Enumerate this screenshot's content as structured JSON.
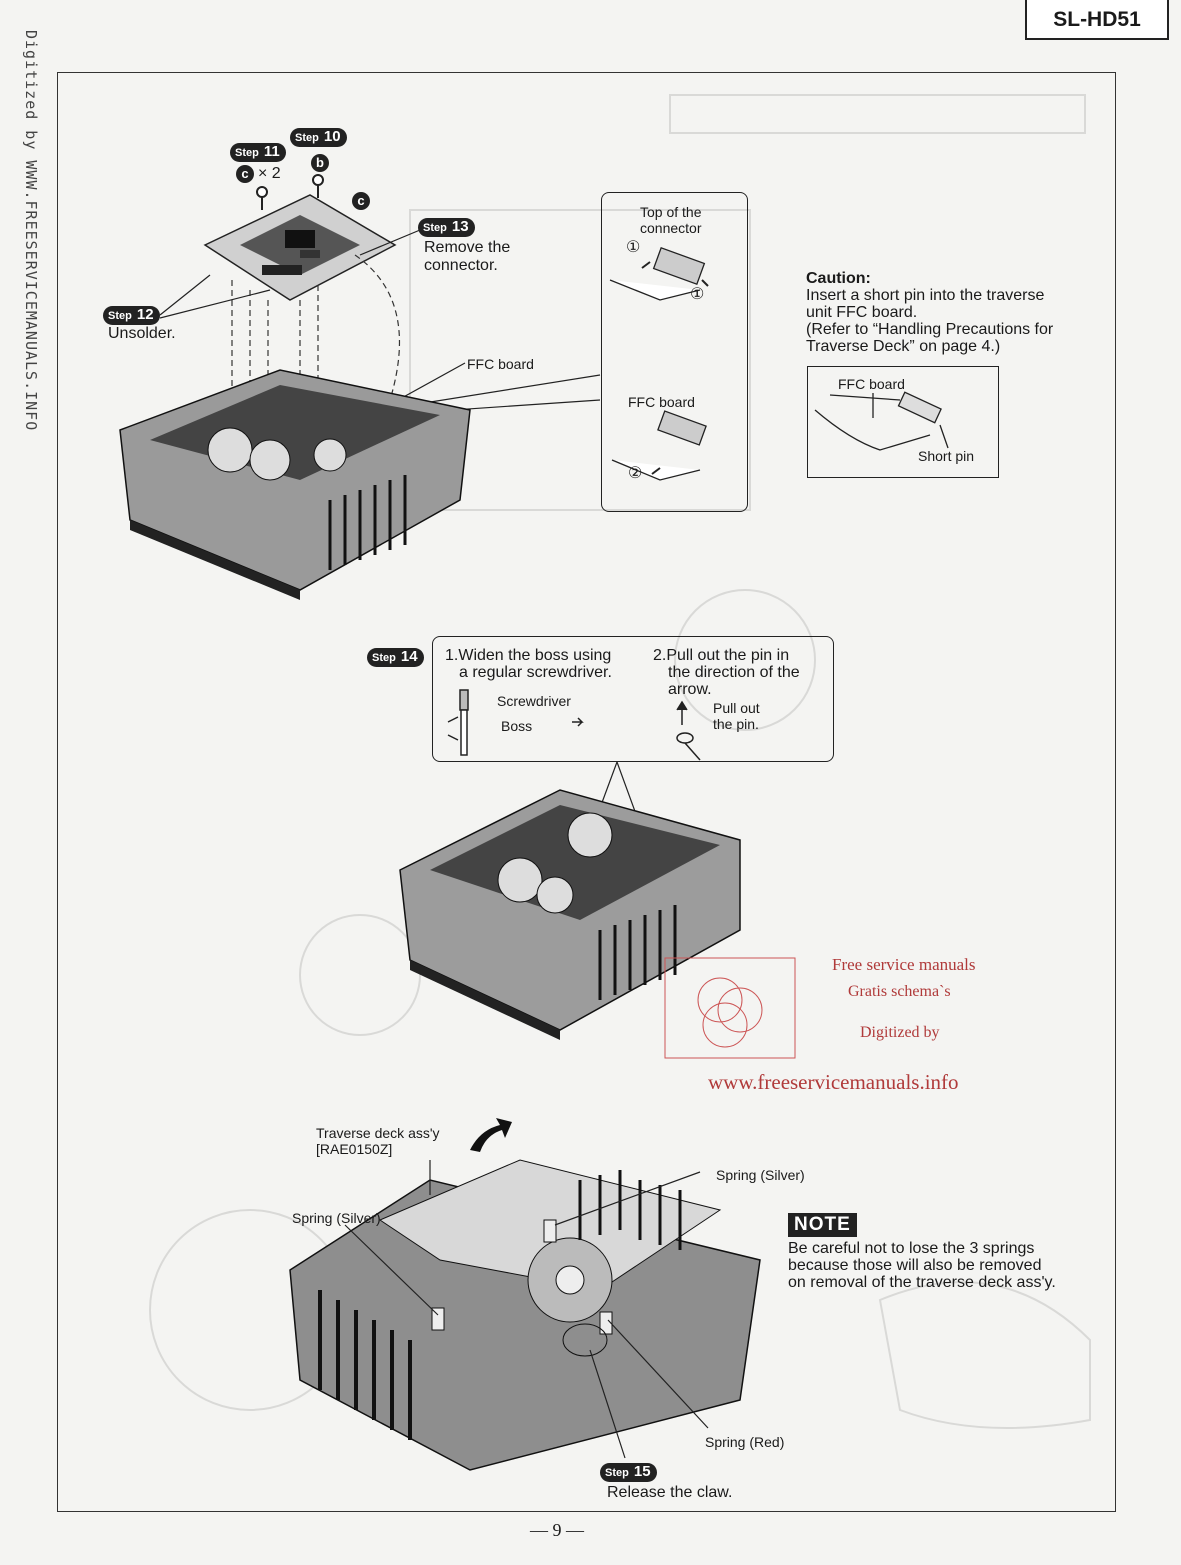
{
  "side_text": "Digitized by WWW.FREESERVICEMANUALS.INFO",
  "model": "SL-HD51",
  "steps": {
    "s10": {
      "prefix": "Step",
      "num": "10"
    },
    "s11": {
      "prefix": "Step",
      "num": "11"
    },
    "s12": {
      "prefix": "Step",
      "num": "12"
    },
    "s13": {
      "prefix": "Step",
      "num": "13"
    },
    "s14": {
      "prefix": "Step",
      "num": "14"
    },
    "s15": {
      "prefix": "Step",
      "num": "15"
    }
  },
  "screw_c": "c",
  "screw_c_count": "× 2",
  "screw_b": "b",
  "screw_c2": "c",
  "remove_connector": [
    "Remove the",
    "connector."
  ],
  "unsolder": "Unsolder.",
  "ffc_board_label": "FFC board",
  "inset": {
    "top_of_connector": [
      "Top of the",
      "connector"
    ],
    "num1": "①",
    "num2": "②",
    "ffc_board": "FFC board"
  },
  "caution": {
    "title": "Caution:",
    "lines": [
      "Insert a short pin into the traverse",
      "unit FFC board.",
      "(Refer to “Handling Precautions for",
      "Traverse Deck” on page 4.)"
    ],
    "ffc_board": "FFC board",
    "short_pin": "Short pin"
  },
  "step14": {
    "left": [
      "1.Widen the boss using",
      "a regular screwdriver."
    ],
    "screwdriver": "Screwdriver",
    "boss": "Boss",
    "right": [
      "2.Pull out the pin in",
      "the direction of the",
      "arrow."
    ],
    "pull_out": [
      "Pull out",
      "the pin."
    ]
  },
  "watermark": {
    "line1": "Free service manuals",
    "line2": "Gratis schema`s",
    "line3": "Digitized by",
    "url": "www.freeservicemanuals.info"
  },
  "traverse": [
    "Traverse deck ass'y",
    "[RAE0150Z]"
  ],
  "spring_silver": "Spring (Silver)",
  "spring_red": "Spring (Red)",
  "note": {
    "badge": "NOTE",
    "lines": [
      "Be careful not to lose the 3 springs",
      "because those will also be removed",
      "on removal of the traverse deck ass'y."
    ]
  },
  "release_claw": "Release the claw.",
  "page_number": "— 9 —",
  "colors": {
    "ink": "#1a1a1a",
    "watermark": "#b03a3a",
    "ghost": "#d8d8d6"
  }
}
